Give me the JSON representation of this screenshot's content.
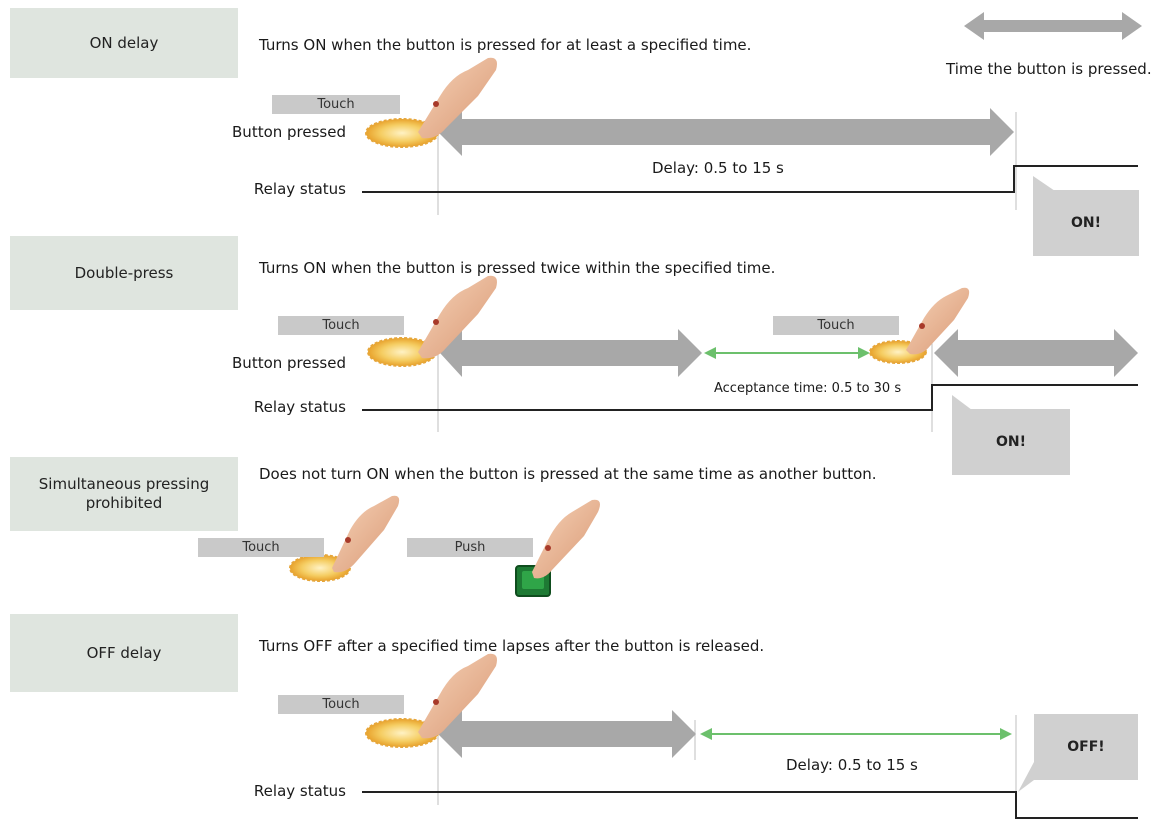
{
  "legend": {
    "text": "Time the button is pressed."
  },
  "sections": {
    "on_delay": {
      "title": "ON delay",
      "description": "Turns ON when the button is pressed for at least a specified time.",
      "touch_tag": "Touch",
      "button_label": "Button pressed",
      "relay_label": "Relay status",
      "delay_text": "Delay: 0.5 to 15 s",
      "bubble": "ON!"
    },
    "double_press": {
      "title": "Double-press",
      "description": "Turns ON when the button is pressed twice within the specified time.",
      "touch_tag_1": "Touch",
      "touch_tag_2": "Touch",
      "button_label": "Button pressed",
      "relay_label": "Relay status",
      "acceptance_text": "Acceptance time: 0.5 to 30 s",
      "bubble": "ON!"
    },
    "simultaneous": {
      "title": "Simultaneous pressing prohibited",
      "description": "Does not turn ON when the button is pressed at the same time as another button.",
      "touch_tag": "Touch",
      "push_tag": "Push"
    },
    "off_delay": {
      "title": "OFF delay",
      "description": "Turns OFF after a specified time lapses after the button is released.",
      "touch_tag": "Touch",
      "relay_label": "Relay status",
      "delay_text": "Delay: 0.5 to 15 s",
      "bubble": "OFF!"
    }
  },
  "colors": {
    "mode_box": "#dfe5df",
    "grey_arrow": "#a8a8a8",
    "green_arrow": "#6cc06c",
    "tag": "#c9c9c9",
    "bubble": "#d0d0d0",
    "halo": "#f4c24a",
    "push_button": "#1e7a34"
  },
  "icons": [
    "hand-pointer-icon",
    "touch-halo-icon",
    "push-button-icon",
    "double-arrow-icon",
    "speech-bubble-icon"
  ]
}
